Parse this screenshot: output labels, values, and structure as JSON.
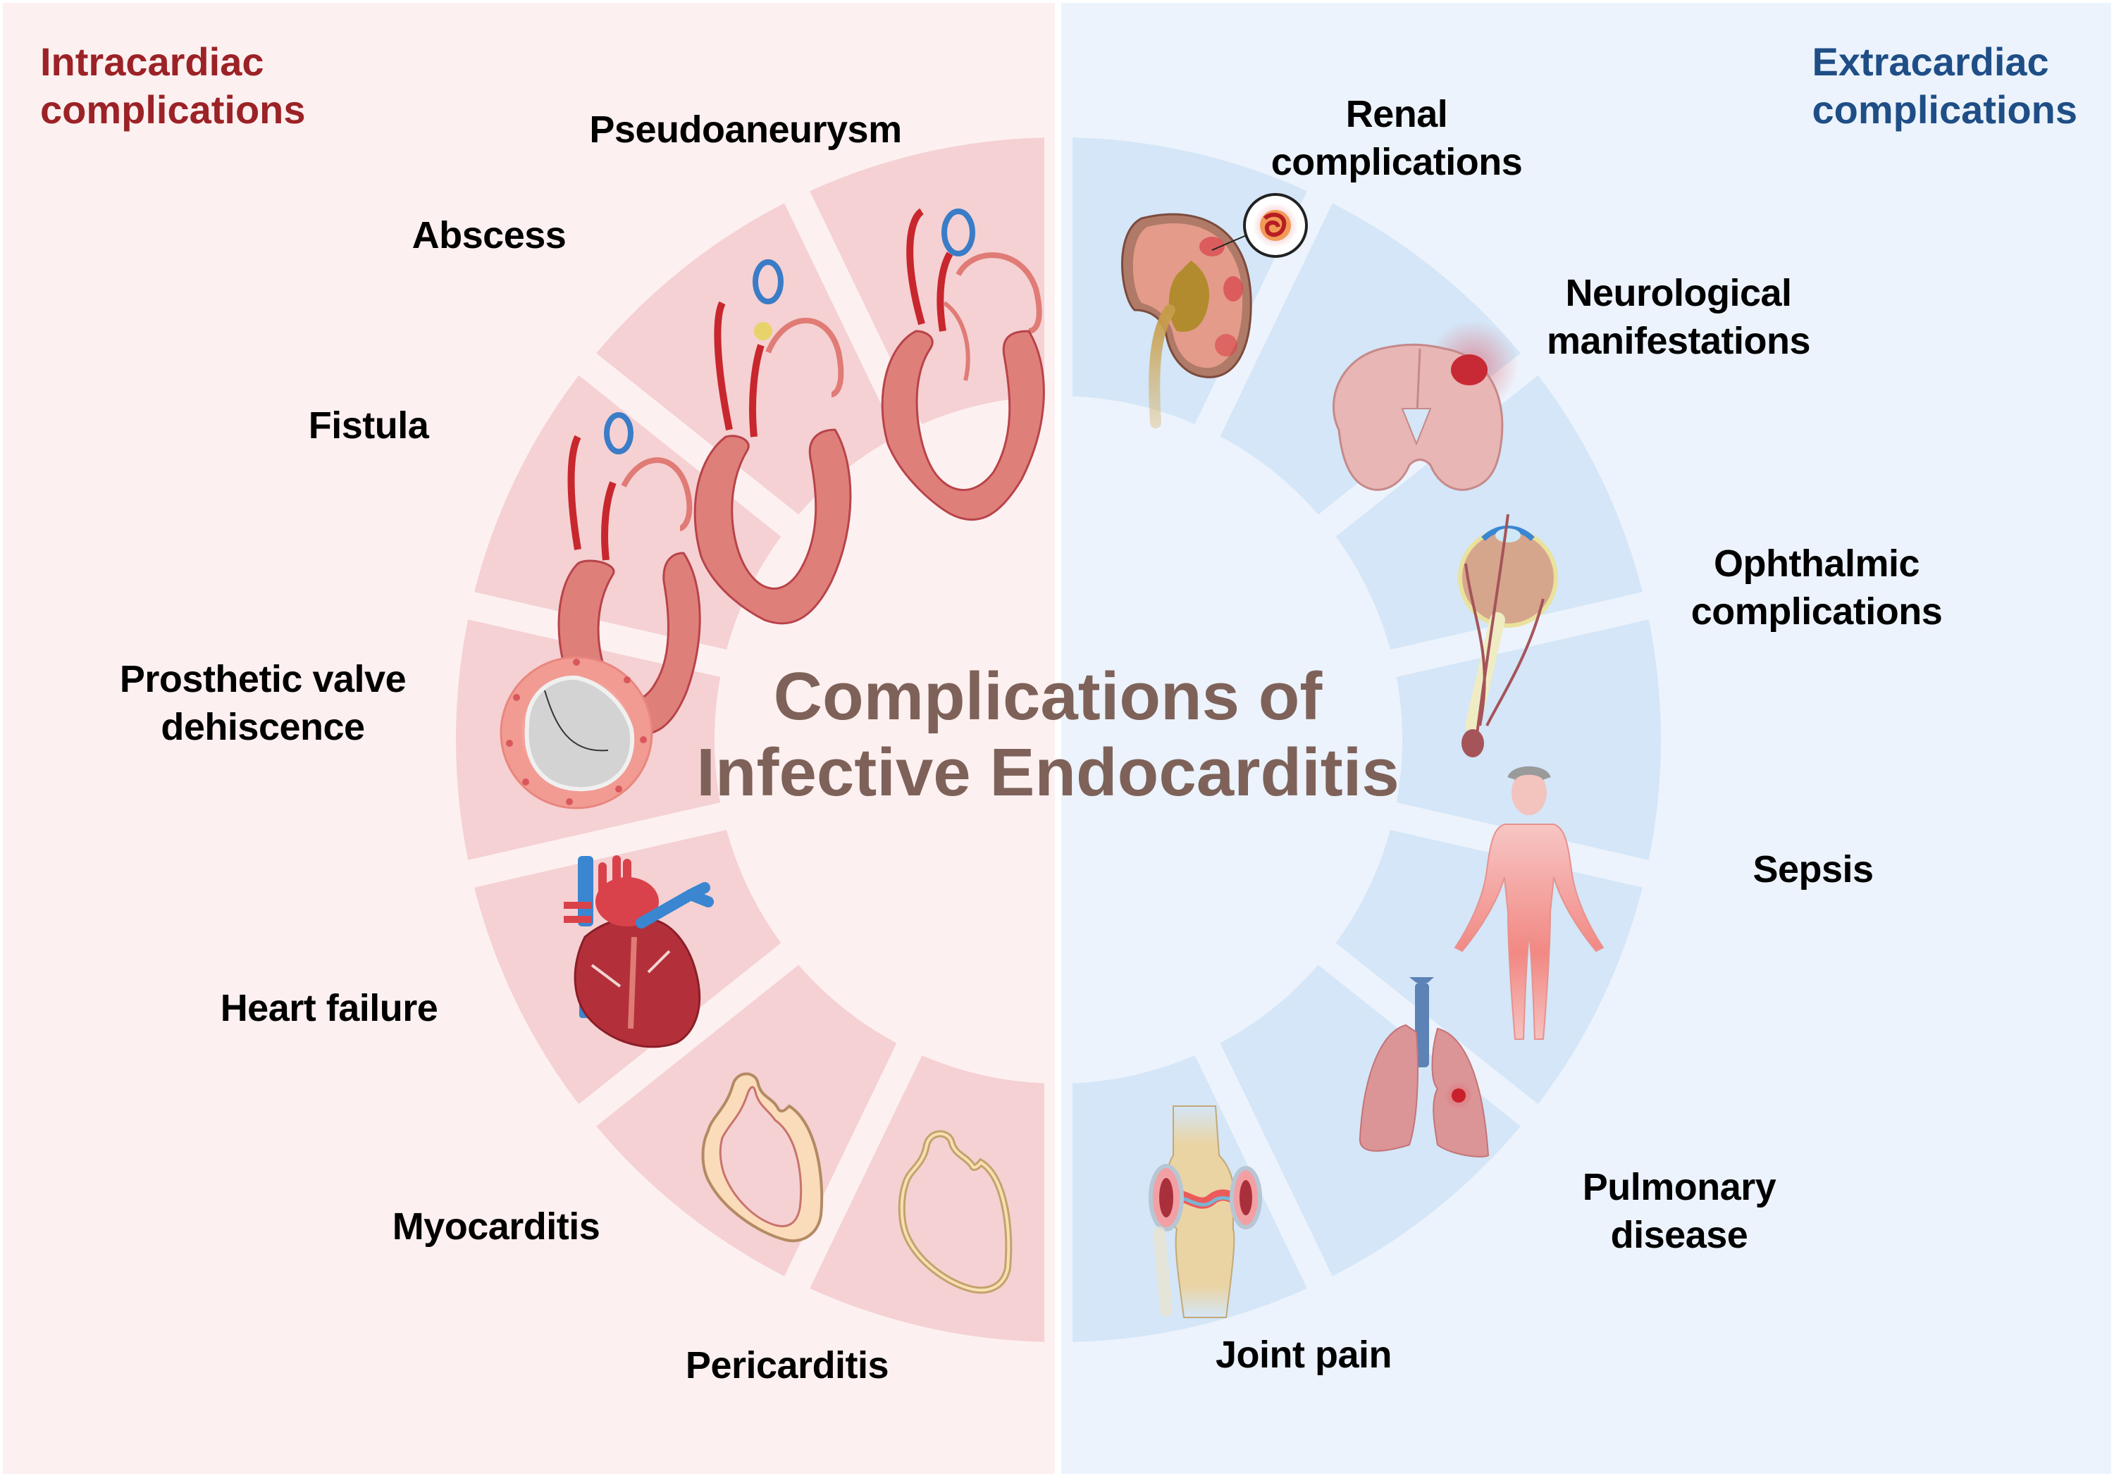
{
  "title": {
    "line1": "Complications of",
    "line2": "Infective Endocarditis"
  },
  "intracardiac": {
    "heading_line1": "Intracardiac",
    "heading_line2": "complications",
    "items": [
      {
        "id": "pseudoaneurysm",
        "lines": [
          "Pseudoaneurysm"
        ],
        "icon": "heart-pseudoaneurysm-icon"
      },
      {
        "id": "abscess",
        "lines": [
          "Abscess"
        ],
        "icon": "heart-abscess-icon"
      },
      {
        "id": "fistula",
        "lines": [
          "Fistula"
        ],
        "icon": "heart-fistula-icon"
      },
      {
        "id": "prosthetic-valve-dehiscence",
        "lines": [
          "Prosthetic valve",
          "dehiscence"
        ],
        "icon": "prosthetic-valve-icon"
      },
      {
        "id": "heart-failure",
        "lines": [
          "Heart failure"
        ],
        "icon": "anatomical-heart-icon"
      },
      {
        "id": "myocarditis",
        "lines": [
          "Myocarditis"
        ],
        "icon": "myocardium-outline-icon"
      },
      {
        "id": "pericarditis",
        "lines": [
          "Pericarditis"
        ],
        "icon": "pericardium-outline-icon"
      }
    ]
  },
  "extracardiac": {
    "heading_line1": "Extracardiac",
    "heading_line2": "complications",
    "items": [
      {
        "id": "renal",
        "lines": [
          "Renal",
          "complications"
        ],
        "icon": "kidney-icon"
      },
      {
        "id": "neurological",
        "lines": [
          "Neurological",
          "manifestations"
        ],
        "icon": "brain-icon"
      },
      {
        "id": "ophthalmic",
        "lines": [
          "Ophthalmic",
          "complications"
        ],
        "icon": "eye-icon"
      },
      {
        "id": "sepsis",
        "lines": [
          "Sepsis"
        ],
        "icon": "human-body-icon"
      },
      {
        "id": "pulmonary",
        "lines": [
          "Pulmonary",
          "disease"
        ],
        "icon": "lungs-icon"
      },
      {
        "id": "joint-pain",
        "lines": [
          "Joint pain"
        ],
        "icon": "knee-joint-icon"
      }
    ]
  },
  "colors": {
    "intra_heading": "#9b2226",
    "extra_heading": "#1f4e86",
    "title": "#7e6259",
    "left_bg": "#fdf0f0",
    "right_bg": "#ecf3fc",
    "left_ring": "#f5d1d3",
    "right_ring": "#d4e6f7"
  }
}
